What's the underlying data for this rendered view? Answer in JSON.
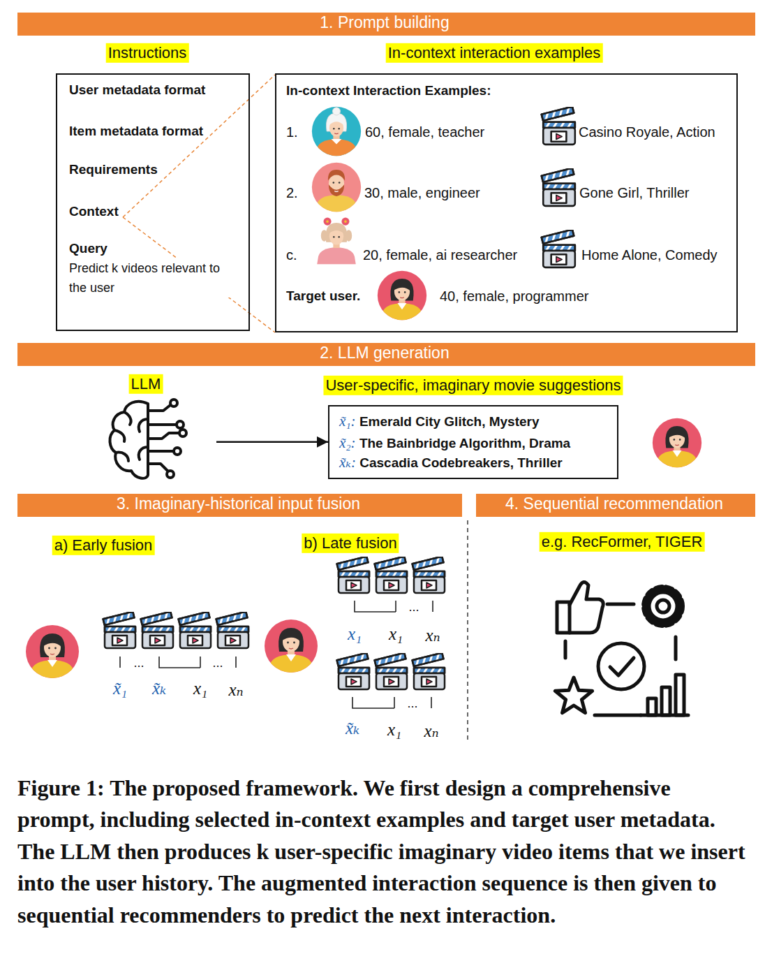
{
  "diagram": {
    "caption": "Figure 1: The proposed framework. We first design a comprehensive prompt, including selected in-context examples and target user metadata. The LLM then produces k user-specific imaginary video items that we insert into the user history. The augmented interaction sequence is then given to sequential recommenders to predict the next interaction.",
    "nodes": [
      {
        "text": [
          "1. Prompt building"
        ]
      },
      {
        "text": [
          "Instructions",
          "User metadata format",
          "Item metadata format",
          "Requirements",
          "Context",
          "Query",
          "Predict k videos relevant to the user"
        ]
      },
      {
        "text": [
          "In-context interaction examples",
          "In-context Interaction Examples:",
          "1.",
          "60, female, teacher",
          "Casino Royale, Action",
          "2.",
          "30, male, engineer",
          "Gone Girl, Thriller",
          "c.",
          "20, female, ai researcher",
          "Home Alone, Comedy",
          "Target user.",
          "40, female, programmer"
        ]
      },
      {
        "text": [
          "2. LLM generation"
        ]
      },
      {
        "text": [
          "LLM"
        ]
      },
      {
        "text": [
          "User-specific, imaginary movie suggestions",
          "x̃₁: Emerald City Glitch, Mystery",
          "x̃₂: The Bainbridge Algorithm, Drama",
          "x̃ₖ: Cascadia Codebreakers, Thriller"
        ]
      },
      {
        "text": [
          "3. Imaginary-historical input fusion"
        ]
      },
      {
        "text": [
          "4. Sequential recommendation"
        ]
      }
    ],
    "edges": [
      {
        "from": 4,
        "to": 5,
        "arrow": "to"
      }
    ],
    "labels": [
      "a) Early fusion",
      "b) Late fusion",
      "e.g. RecFormer, TIGER",
      "...",
      "...",
      "x̃₁",
      "x̃ₖ",
      "x₁",
      "xₙ",
      "...",
      "x₁",
      "x₁",
      "xₙ",
      "...",
      "x̃ₖ",
      "x₁",
      "xₙ"
    ]
  }
}
